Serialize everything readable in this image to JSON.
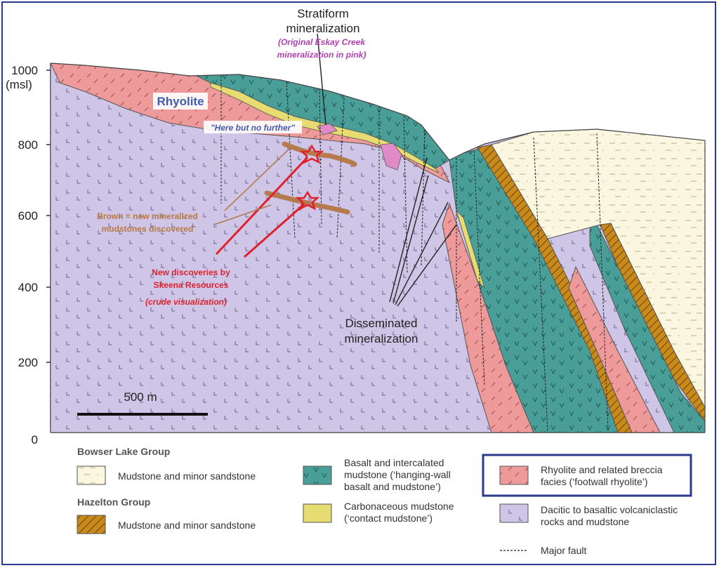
{
  "colors": {
    "frame": "#2a3a8c",
    "bowser_mudstone": "#fbf6df",
    "hazelton_mudstone": "#c98a1c",
    "basalt": "#4a9e98",
    "carbonaceous": "#e6dc72",
    "rhyolite": "#ef9a9a",
    "dacitic": "#cfc5e6",
    "pink_mineralization": "#e08bc8",
    "brown_mudstone": "#b57b4e",
    "red_annotation": "#e0202a",
    "purple_text": "#b040b0",
    "blue_text": "#3f5bb0",
    "orange_text": "#b87840"
  },
  "axis": {
    "ticks": [
      "1000",
      "800",
      "600",
      "400",
      "200",
      "0"
    ],
    "unit": "(msl)"
  },
  "scale_bar": {
    "label": "500 m"
  },
  "labels": {
    "stratiform_line1": "Stratiform",
    "stratiform_line2": "mineralization",
    "original_line1": "(Original Eskay Creek",
    "original_line2": "mineralization in pink)",
    "rhyolite": "Rhyolite",
    "here_but": "\"Here but no further\"",
    "brown_line1": "Brown = new mineralized",
    "brown_line2": "mudstones discovered",
    "new_disc_line1": "New discoveries by",
    "new_disc_line2": "Skeena Resources",
    "new_disc_line3": "(crude visualization)",
    "disseminated_line1": "Disseminated",
    "disseminated_line2": "mineralization"
  },
  "legend": {
    "bowser_group": "Bowser Lake Group",
    "bowser_mudstone": "Mudstone and minor sandstone",
    "hazelton_group": "Hazelton Group",
    "hazelton_mudstone": "Mudstone and minor sandstone",
    "basalt_line1": "Basalt and intercalated",
    "basalt_line2": "mudstone (‘hanging-wall",
    "basalt_line3": "basalt and mudstone’)",
    "carb_line1": "Carbonaceous mudstone",
    "carb_line2": "(‘contact mudstone’)",
    "rhyolite_line1": "Rhyolite and related breccia",
    "rhyolite_line2": "facies (‘footwall rhyolite’)",
    "dacitic_line1": "Dacitic to basaltic volcaniclastic",
    "dacitic_line2": "rocks and mudstone",
    "fault": "Major fault"
  }
}
